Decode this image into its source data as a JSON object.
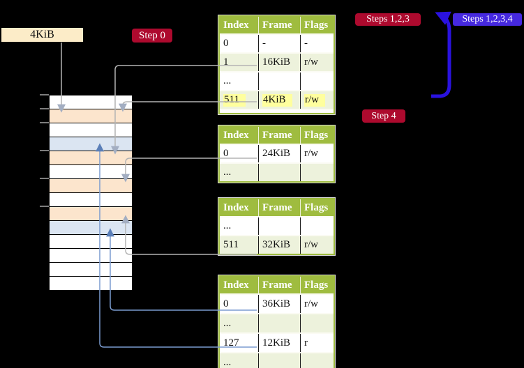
{
  "labels": {
    "page_size": "4KiB",
    "step0": "Step 0",
    "steps123": "Steps 1,2,3",
    "steps1234": "Steps 1,2,3,4",
    "step4": "Step 4"
  },
  "colors": {
    "background": "#000000",
    "label_cream": "#fcecc8",
    "badge_crimson": "#ad0a2e",
    "badge_blue": "#4629e0",
    "table_header_green": "#9fbc3f",
    "table_row_green": "#edf2dc",
    "highlight_yellow": "#ffff9e",
    "ram_peach": "#fce5cd",
    "ram_blue": "#dbe5f2",
    "connector_gray": "#b3b3b3",
    "connector_blue": "#7b9cd0",
    "arrow_blue": "#2a12e0"
  },
  "page_tables": [
    {
      "name": "page-table-top",
      "headers": [
        "Index",
        "Frame",
        "Flags"
      ],
      "clipped_row": true,
      "rows": [
        {
          "cells": [
            "0",
            "-",
            "-"
          ],
          "shaded": false,
          "highlight": false
        },
        {
          "cells": [
            "1",
            "16KiB",
            "r/w"
          ],
          "shaded": true,
          "highlight": false
        },
        {
          "cells": [
            "...",
            "",
            ""
          ],
          "shaded": false,
          "highlight": false
        },
        {
          "cells": [
            "511",
            "4KiB",
            "r/w"
          ],
          "shaded": true,
          "highlight": true
        }
      ]
    },
    {
      "name": "page-table-second",
      "headers": [
        "Index",
        "Frame",
        "Flags"
      ],
      "clipped_row": false,
      "rows": [
        {
          "cells": [
            "0",
            "24KiB",
            "r/w"
          ],
          "shaded": false,
          "highlight": false
        },
        {
          "cells": [
            "...",
            "",
            ""
          ],
          "shaded": true,
          "highlight": false
        }
      ]
    },
    {
      "name": "page-table-third",
      "headers": [
        "Index",
        "Frame",
        "Flags"
      ],
      "clipped_row": false,
      "rows": [
        {
          "cells": [
            "...",
            "",
            ""
          ],
          "shaded": false,
          "highlight": false
        },
        {
          "cells": [
            "511",
            "32KiB",
            "r/w"
          ],
          "shaded": true,
          "highlight": false
        }
      ]
    },
    {
      "name": "page-table-bottom",
      "headers": [
        "Index",
        "Frame",
        "Flags"
      ],
      "clipped_row": false,
      "rows": [
        {
          "cells": [
            "0",
            "36KiB",
            "r/w"
          ],
          "shaded": false,
          "highlight": false
        },
        {
          "cells": [
            "...",
            "",
            ""
          ],
          "shaded": true,
          "highlight": false
        },
        {
          "cells": [
            "127",
            "12KiB",
            "r"
          ],
          "shaded": false,
          "highlight": false
        },
        {
          "cells": [
            "...",
            "",
            ""
          ],
          "shaded": true,
          "highlight": false
        }
      ]
    }
  ],
  "memory_column": {
    "rows": [
      "white",
      "peach",
      "white",
      "blue",
      "peach",
      "white",
      "peach",
      "white",
      "peach",
      "blue",
      "white",
      "white",
      "white",
      "white"
    ]
  }
}
